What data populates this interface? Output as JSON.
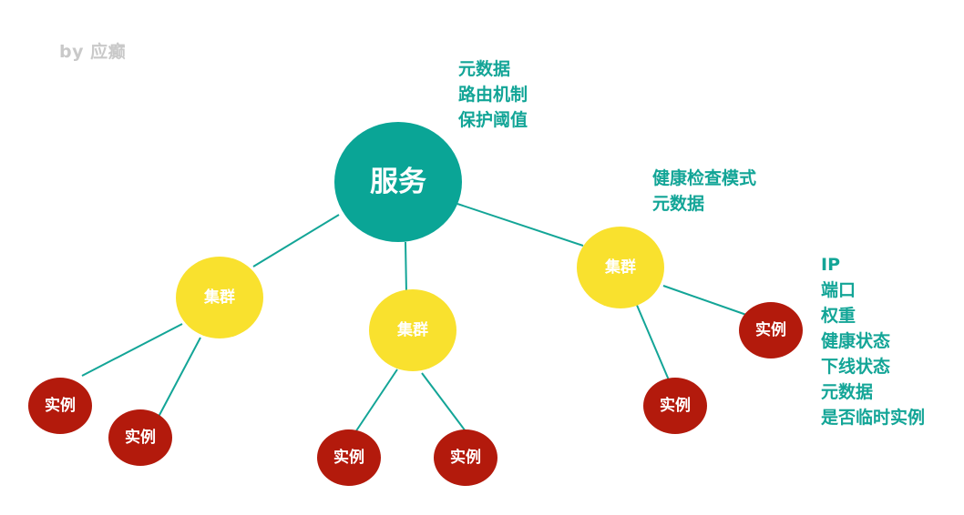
{
  "watermark": "by 应癫",
  "colors": {
    "service": "#0aa596",
    "cluster": "#f9e12e",
    "instance": "#b31a0c",
    "edge": "#13a597",
    "note": "#13a597",
    "watermark": "#c9c9c9"
  },
  "nodes": {
    "service": {
      "label": "服务"
    },
    "clusters": [
      {
        "label": "集群"
      },
      {
        "label": "集群"
      },
      {
        "label": "集群"
      }
    ],
    "instances": [
      {
        "label": "实例"
      },
      {
        "label": "实例"
      },
      {
        "label": "实例"
      },
      {
        "label": "实例"
      },
      {
        "label": "实例"
      },
      {
        "label": "实例"
      }
    ]
  },
  "notes": {
    "service": [
      "元数据",
      "路由机制",
      "保护阈值"
    ],
    "cluster": [
      "健康检查模式",
      "元数据"
    ],
    "instance": [
      "IP",
      "端口",
      "权重",
      "健康状态",
      "下线状态",
      "元数据",
      "是否临时实例"
    ]
  }
}
